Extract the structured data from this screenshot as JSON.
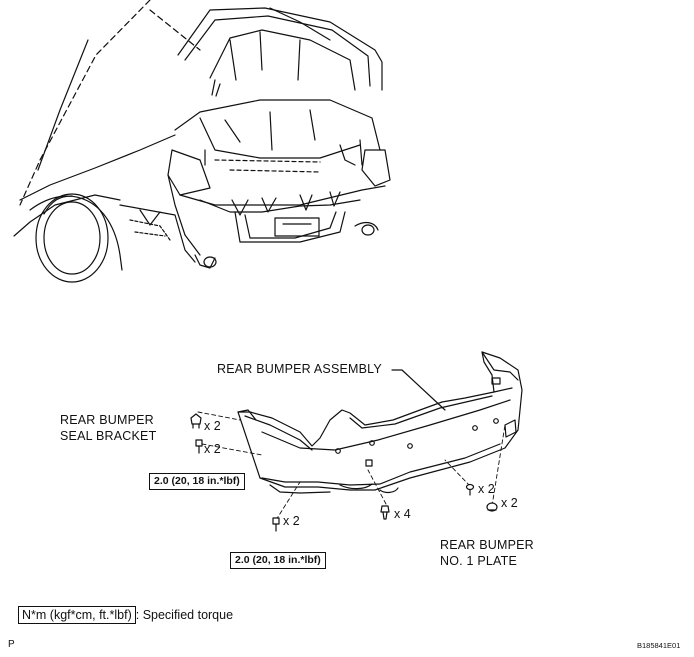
{
  "labels": {
    "rear_bumper_assembly": "REAR BUMPER ASSEMBLY",
    "seal_bracket_line1": "REAR BUMPER",
    "seal_bracket_line2": "SEAL BRACKET",
    "no1_plate_line1": "REAR BUMPER",
    "no1_plate_line2": "NO. 1 PLATE"
  },
  "quantities": {
    "seal_bracket_clip": "x 2",
    "seal_bracket_bolt": "x 2",
    "lower_bolt": "x 2",
    "clip_center": "x 4",
    "screw_right": "x 2",
    "plate_right": "x 2"
  },
  "torque": {
    "upper": "2.0 (20, 18 in.*lbf)",
    "lower": "2.0 (20, 18 in.*lbf)"
  },
  "legend": {
    "unit": "N*m (kgf*cm, ft.*lbf)",
    "text": ": Specified torque"
  },
  "footer": {
    "corner_letter": "P",
    "figure_code": "B185841E01"
  }
}
